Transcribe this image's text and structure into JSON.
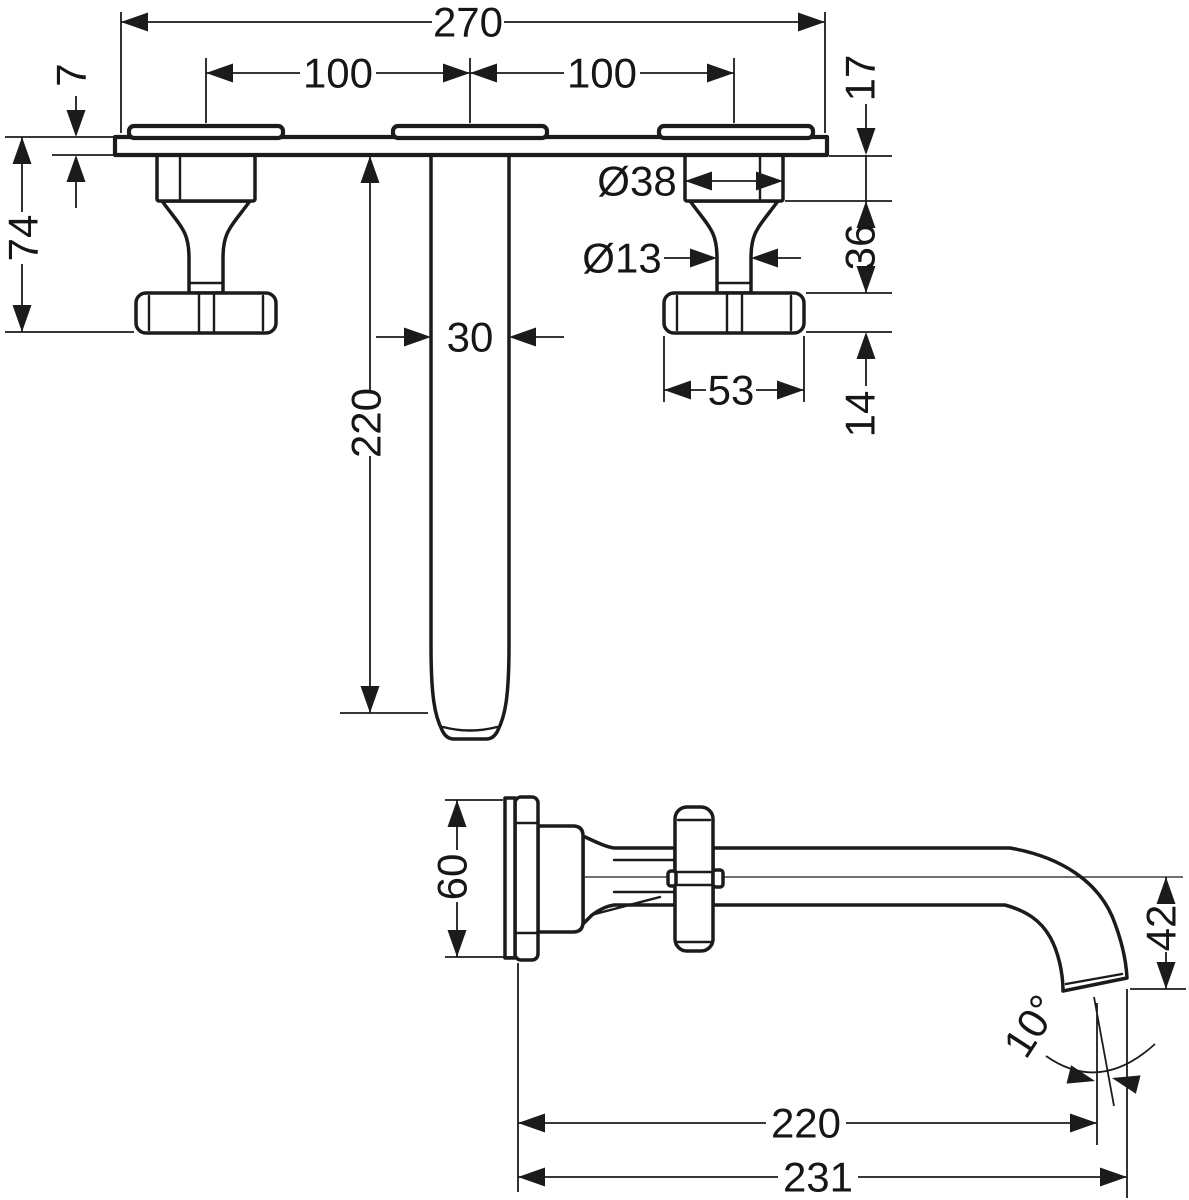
{
  "drawing": {
    "type": "technical-dimension-drawing",
    "line_color": "#1b1b1b",
    "background": "#ffffff",
    "views": [
      {
        "id": "plan-view",
        "description": "wall-mounted 3-hole basin mixer seen from above: mounting plate, two cross handles, straight spout"
      },
      {
        "id": "side-view",
        "description": "side elevation: wall rosette, cross handle, spout with curved outlet"
      }
    ],
    "dims": {
      "overall_width": "270",
      "hole_spacing_left": "100",
      "hole_spacing_right": "100",
      "plate_thickness": "7",
      "plate_projection": "17",
      "handle_projection": "74",
      "escutcheon_diameter": "Ø38",
      "stem_diameter": "Ø13",
      "escutcheon_to_handle": "36",
      "spout_width": "30",
      "spout_length": "220",
      "handle_width": "53",
      "handle_thickness": "14",
      "rosette_height": "60",
      "outlet_drop": "42",
      "outlet_angle": "10°",
      "spout_reach": "220",
      "overall_reach": "231"
    }
  }
}
